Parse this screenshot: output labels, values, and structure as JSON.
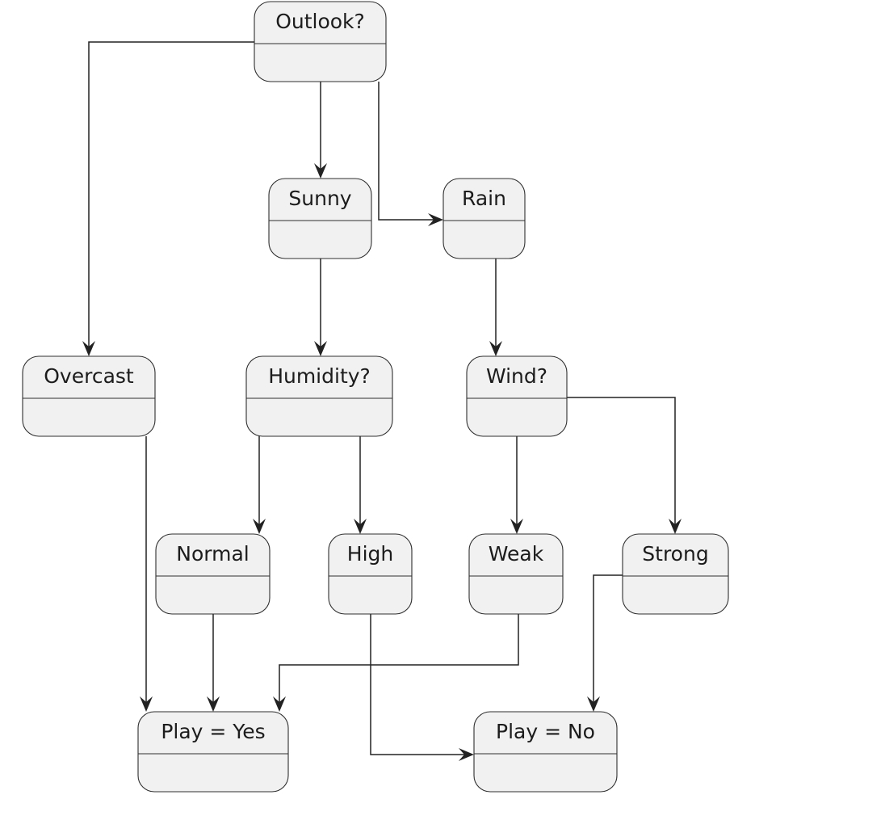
{
  "diagram": {
    "type": "decision-tree",
    "colors": {
      "node_fill": "#f1f1f1",
      "node_border": "#2f2f2f",
      "edge": "#222222",
      "text": "#1c1c1c",
      "background": "#ffffff"
    },
    "nodes": [
      {
        "id": "outlook",
        "label": "Outlook?"
      },
      {
        "id": "sunny",
        "label": "Sunny"
      },
      {
        "id": "rain",
        "label": "Rain"
      },
      {
        "id": "overcast",
        "label": "Overcast"
      },
      {
        "id": "humidity",
        "label": "Humidity?"
      },
      {
        "id": "wind",
        "label": "Wind?"
      },
      {
        "id": "normal",
        "label": "Normal"
      },
      {
        "id": "high",
        "label": "High"
      },
      {
        "id": "weak",
        "label": "Weak"
      },
      {
        "id": "strong",
        "label": "Strong"
      },
      {
        "id": "play_yes",
        "label": "Play = Yes"
      },
      {
        "id": "play_no",
        "label": "Play = No"
      }
    ],
    "edges": [
      {
        "from": "outlook",
        "to": "overcast"
      },
      {
        "from": "outlook",
        "to": "sunny"
      },
      {
        "from": "outlook",
        "to": "rain"
      },
      {
        "from": "sunny",
        "to": "humidity"
      },
      {
        "from": "rain",
        "to": "wind"
      },
      {
        "from": "humidity",
        "to": "normal"
      },
      {
        "from": "humidity",
        "to": "high"
      },
      {
        "from": "wind",
        "to": "weak"
      },
      {
        "from": "wind",
        "to": "strong"
      },
      {
        "from": "overcast",
        "to": "play_yes"
      },
      {
        "from": "normal",
        "to": "play_yes"
      },
      {
        "from": "weak",
        "to": "play_yes"
      },
      {
        "from": "high",
        "to": "play_no"
      },
      {
        "from": "strong",
        "to": "play_no"
      }
    ]
  }
}
